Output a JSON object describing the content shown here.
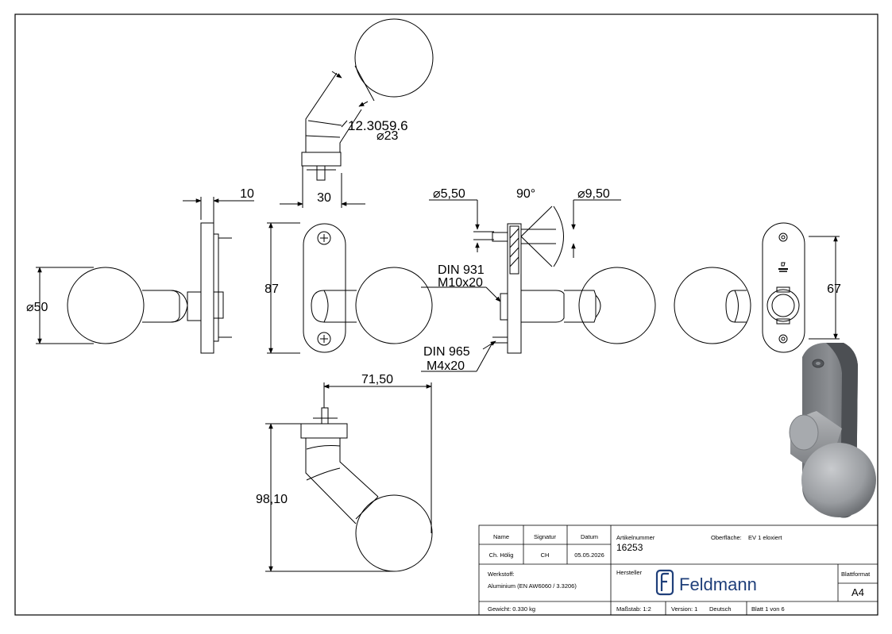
{
  "dimensions": {
    "top_view_value": "12.3059.6",
    "top_view_diameter": "⌀23",
    "top_view_width": "30",
    "plate_thickness": "10",
    "knob_diameter": "⌀50",
    "plate_height": "87",
    "hole_small": "⌀5,50",
    "countersink_angle": "90°",
    "hole_large": "⌀9,50",
    "screw1_line1": "DIN 931",
    "screw1_line2": "M10x20",
    "screw2_line1": "DIN 965",
    "screw2_line2": "M4x20",
    "hole_spacing": "67",
    "bottom_width": "71,50",
    "bottom_height": "98,10"
  },
  "title_block": {
    "name_header": "Name",
    "signature_header": "Signatur",
    "date_header": "Datum",
    "name": "Ch. Hölig",
    "signature": "CH",
    "date": "05.05.2026",
    "article_label": "Artikelnummer",
    "article_number": "16253",
    "surface_label": "Oberfläche:",
    "surface_value": "EV 1 eloxiert",
    "material_label": "Werkstoff:",
    "material_value": "Aluminium (EN AW6060 / 3.3206)",
    "manufacturer_label": "Hersteller",
    "brand": "Feldmann",
    "sheet_format_label": "Blattformat",
    "sheet_format": "A4",
    "weight": "Gewicht: 0.330 kg",
    "scale": "Maßstab: 1:2",
    "version": "Version: 1",
    "language": "Deutsch",
    "sheet": "Blatt 1 von 6"
  },
  "colors": {
    "line": "#000000",
    "render_body": "#9ea1a6",
    "render_dark": "#5f6266",
    "brand_blue": "#1f3f7a"
  }
}
